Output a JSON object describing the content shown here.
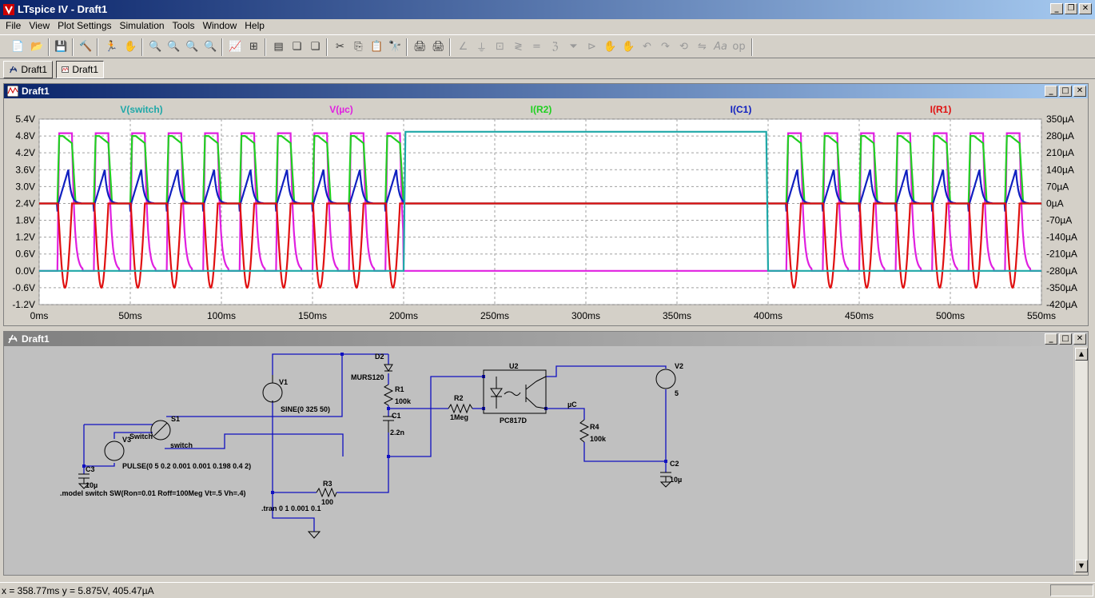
{
  "app": {
    "title": "LTspice IV - Draft1",
    "menu": [
      "File",
      "View",
      "Plot Settings",
      "Simulation",
      "Tools",
      "Window",
      "Help"
    ]
  },
  "toolbar_icons": [
    "new-schematic",
    "open",
    "save",
    "control-panel",
    "run",
    "halt",
    "zoom-in",
    "zoom-pan",
    "zoom-out",
    "zoom-cancel",
    "autorange",
    "mark-unmark",
    "tile",
    "cascade",
    "close-windows",
    "cut",
    "copy",
    "paste",
    "find",
    "print-setup",
    "print",
    "draw-wire",
    "ground",
    "label-net",
    "resistor",
    "capacitor",
    "inductor",
    "diode",
    "component",
    "move",
    "drag",
    "undo",
    "redo",
    "rotate",
    "mirror",
    "text",
    "spice-directive"
  ],
  "tabs": [
    {
      "label": "Draft1",
      "kind": "schematic"
    },
    {
      "label": "Draft1",
      "kind": "waveform"
    }
  ],
  "plot_window": {
    "title": "Draft1"
  },
  "schematic_window": {
    "title": "Draft1"
  },
  "colors": {
    "switch": "#1fa8a8",
    "uc": "#e020e0",
    "r2": "#20d020",
    "c1": "#1020c0",
    "r1": "#e01010",
    "plot_bg": "#ffffff",
    "schematic_bg": "#c0c0c0",
    "wire": "#1010c0"
  },
  "chart_data": {
    "type": "line",
    "x_unit": "ms",
    "xlim": [
      0,
      550
    ],
    "x_ticks": [
      "0ms",
      "50ms",
      "100ms",
      "150ms",
      "200ms",
      "250ms",
      "300ms",
      "350ms",
      "400ms",
      "450ms",
      "500ms",
      "550ms"
    ],
    "y_left_ticks": [
      "5.4V",
      "4.8V",
      "4.2V",
      "3.6V",
      "3.0V",
      "2.4V",
      "1.8V",
      "1.2V",
      "0.6V",
      "0.0V",
      "-0.6V",
      "-1.2V"
    ],
    "ylim_left": [
      -1.2,
      5.4
    ],
    "y_right_ticks": [
      "350µA",
      "280µA",
      "210µA",
      "140µA",
      "70µA",
      "0µA",
      "-70µA",
      "-140µA",
      "-210µA",
      "-280µA",
      "-350µA",
      "-420µA"
    ],
    "ylim_right": [
      -420,
      350
    ],
    "grid": true,
    "series": [
      {
        "name": "V(switch)",
        "color": "#1fa8a8",
        "axis": "left",
        "x": [
          0,
          200,
          201,
          399,
          400,
          550
        ],
        "y": [
          0,
          0,
          4.95,
          4.95,
          0,
          0
        ]
      },
      {
        "name": "V(µc)",
        "color": "#e020e0",
        "axis": "left",
        "description_of_shape": "",
        "period_ms": 20,
        "pulse_high_V": 4.9,
        "low_V": 0,
        "active_ranges_ms": [
          [
            10,
            200
          ],
          [
            410,
            550
          ]
        ],
        "idle_value_V": 0
      },
      {
        "name": "I(R2)",
        "color": "#20d020",
        "axis": "right",
        "period_ms": 20,
        "peak_uA": 280,
        "active_ranges_ms": [
          [
            10,
            200
          ],
          [
            410,
            550
          ]
        ],
        "idle_value_uA": 0
      },
      {
        "name": "I(C1)",
        "color": "#1020c0",
        "axis": "right",
        "period_ms": 20,
        "peak_uA": 140,
        "min_uA": 0,
        "active_ranges_ms": [
          [
            10,
            200
          ],
          [
            410,
            550
          ]
        ],
        "idle_value_uA": 0
      },
      {
        "name": "I(R1)",
        "color": "#e01010",
        "axis": "right",
        "period_ms": 20,
        "high_uA": 0,
        "low_uA": -350,
        "active_ranges_ms": [
          [
            10,
            200
          ],
          [
            410,
            550
          ]
        ],
        "idle_value_uA": 0
      }
    ]
  },
  "schematic": {
    "labels": {
      "v1": "V1",
      "v1_value": "SINE(0 325 50)",
      "d2": "D2",
      "d2_value": "MURS120",
      "r1": "R1",
      "r1_value": "100k",
      "c1": "C1",
      "c1_value": "2.2n",
      "r2": "R2",
      "r2_value": "1Meg",
      "u2": "U2",
      "u2_value": "PC817D",
      "uc_net": "µC",
      "r4": "R4",
      "r4_value": "100k",
      "v2": "V2",
      "v2_value": "5",
      "c2": "C2",
      "c2_value": "10µ",
      "s1": "S1",
      "s1_model": "Switch",
      "s1_net": "switch",
      "v3": "V3",
      "v3_value": "PULSE(0 5 0.2 0.001 0.001 0.198 0.4 2)",
      "c3": "C3",
      "c3_value": "10µ",
      "r3": "R3",
      "r3_value": "100",
      "model_directive": ".model switch SW(Ron=0.01 Roff=100Meg Vt=.5 Vh=.4)",
      "tran_directive": ".tran 0 1 0.001 0.1"
    }
  },
  "status": {
    "cursor_readout": "x = 358.77ms    y = 5.875V, 405.47µA"
  }
}
